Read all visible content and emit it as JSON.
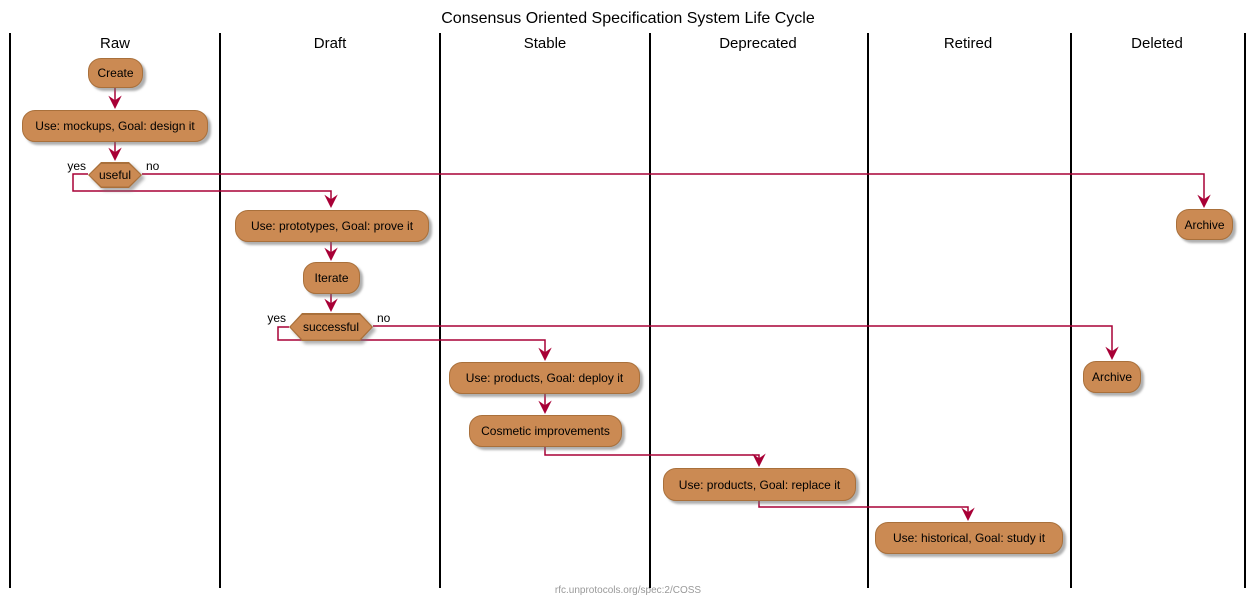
{
  "title": "Consensus Oriented Specification System Life Cycle",
  "footer": "rfc.unprotocols.org/spec:2/COSS",
  "colors": {
    "node_fill": "#CB8A53",
    "node_border": "#A9703B",
    "arrow": "#A80036",
    "lane_line": "#000000",
    "footer_text": "#999999"
  },
  "lanes": [
    {
      "label": "Raw"
    },
    {
      "label": "Draft"
    },
    {
      "label": "Stable"
    },
    {
      "label": "Deprecated"
    },
    {
      "label": "Retired"
    },
    {
      "label": "Deleted"
    }
  ],
  "nodes": {
    "create": {
      "label": "Create",
      "lane": "Raw"
    },
    "mockups": {
      "label": "Use: mockups, Goal: design it",
      "lane": "Raw"
    },
    "prototypes": {
      "label": "Use: prototypes, Goal: prove it",
      "lane": "Draft"
    },
    "iterate": {
      "label": "Iterate",
      "lane": "Draft"
    },
    "deploy": {
      "label": "Use: products, Goal: deploy it",
      "lane": "Stable"
    },
    "cosmetic": {
      "label": "Cosmetic improvements",
      "lane": "Stable"
    },
    "replace": {
      "label": "Use: products, Goal: replace it",
      "lane": "Deprecated"
    },
    "study": {
      "label": "Use: historical, Goal: study it",
      "lane": "Retired"
    },
    "archive_from_raw": {
      "label": "Archive",
      "lane": "Deleted"
    },
    "archive_from_draft": {
      "label": "Archive",
      "lane": "Deleted"
    }
  },
  "decisions": {
    "useful": {
      "label": "useful",
      "yes_label": "yes",
      "no_label": "no"
    },
    "successful": {
      "label": "successful",
      "yes_label": "yes",
      "no_label": "no"
    }
  }
}
